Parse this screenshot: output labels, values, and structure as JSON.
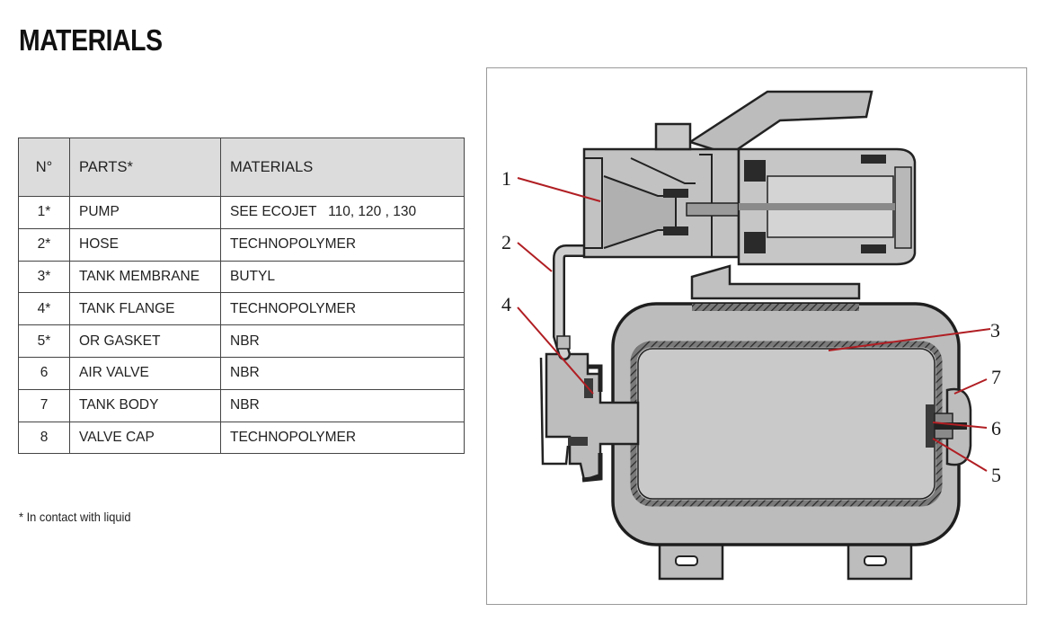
{
  "page": {
    "title": "MATERIALS"
  },
  "table": {
    "headers": [
      "N°",
      "PARTS*",
      "MATERIALS"
    ],
    "rows": [
      {
        "no": "1*",
        "part": "PUMP",
        "material": "SEE ECOJET   110, 120 , 130"
      },
      {
        "no": "2*",
        "part": "HOSE",
        "material": "TECHNOPOLYMER"
      },
      {
        "no": "3*",
        "part": "TANK MEMBRANE",
        "material": "BUTYL"
      },
      {
        "no": "4*",
        "part": "TANK FLANGE",
        "material": "TECHNOPOLYMER"
      },
      {
        "no": "5*",
        "part": "OR GASKET",
        "material": "NBR"
      },
      {
        "no": "6",
        "part": "AIR VALVE",
        "material": "NBR"
      },
      {
        "no": "7",
        "part": "TANK BODY",
        "material": "NBR"
      },
      {
        "no": "8",
        "part": "VALVE CAP",
        "material": "TECHNOPOLYMER"
      }
    ]
  },
  "footnote": "* In contact with liquid",
  "diagram": {
    "callouts": [
      "1",
      "2",
      "3",
      "4",
      "5",
      "6",
      "7"
    ],
    "colors": {
      "leader": "#b01e23",
      "body": "#bdbdbd",
      "body_light": "#d2d2d2",
      "outline": "#222222"
    }
  }
}
